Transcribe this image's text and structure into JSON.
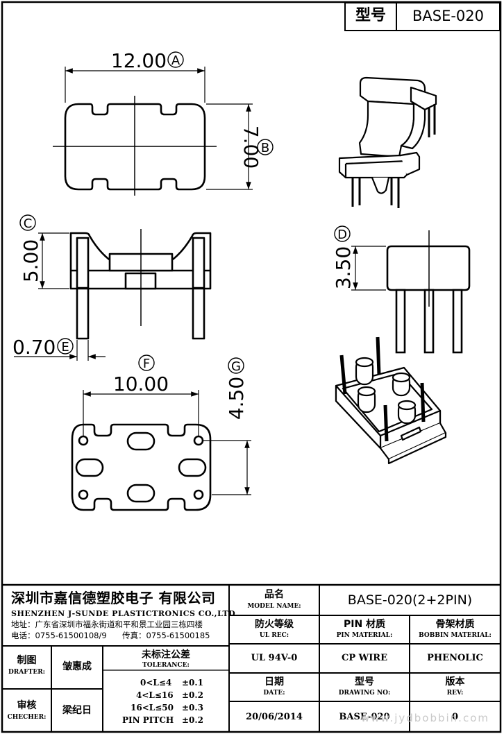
{
  "header": {
    "type_label": "型号",
    "type_value": "BASE-020"
  },
  "dimensions": {
    "A": {
      "value": "12.00",
      "marker": "A"
    },
    "B": {
      "value": "7.00",
      "marker": "B"
    },
    "C": {
      "value": "5.00",
      "marker": "C"
    },
    "D": {
      "value": "3.50",
      "marker": "D"
    },
    "E": {
      "value": "0.70",
      "marker": "E"
    },
    "F": {
      "value": "10.00",
      "marker": "F"
    },
    "G": {
      "value": "4.50",
      "marker": "G"
    }
  },
  "company": {
    "name_cn": "深圳市嘉信德塑胶电子 有限公司",
    "name_en": "SHENZHEN J-SUNDE PLASTICTRONICS CO.,LTD",
    "address": "地址：广东省深圳市福永街道和平和景工业园三栋四楼",
    "phone": "电话：0755-61500108/9",
    "fax": "传真：0755-61500185"
  },
  "titleblock": {
    "model_name_cn": "品名",
    "model_name_en": "MODEL NAME:",
    "model_name_value": "BASE-020(2+2PIN)",
    "ul_rec_cn": "防火等级",
    "ul_rec_en": "UL REC:",
    "ul_rec_value": "UL 94V-0",
    "pin_material_cn": "PIN 材质",
    "pin_material_en": "PIN MATERIAL:",
    "pin_material_value": "CP WIRE",
    "bobbin_material_cn": "骨架材质",
    "bobbin_material_en": "BOBBIN MATERIAL:",
    "bobbin_material_value": "PHENOLIC",
    "drafter_cn": "制图",
    "drafter_en": "DRAFTER:",
    "drafter_name": "皱惠成",
    "checker_cn": "审核",
    "checker_en": "CHECHER:",
    "checker_name": "梁纪日",
    "tolerance_cn": "未标注公差",
    "tolerance_en": "TOLERANCE:",
    "tolerances": [
      {
        "range": "0<L≤4",
        "value": "±0.1"
      },
      {
        "range": "4<L≤16",
        "value": "±0.2"
      },
      {
        "range": "16<L≤50",
        "value": "±0.3"
      },
      {
        "range": "PIN PITCH",
        "value": "±0.2"
      }
    ],
    "date_cn": "日期",
    "date_en": "DATE:",
    "date_value": "20/06/2014",
    "drawing_no_cn": "型号",
    "drawing_no_en": "DRAWING NO:",
    "drawing_no_value": "BASE-020",
    "rev_cn": "版本",
    "rev_en": "REV:",
    "rev_value": "0"
  },
  "watermark": "www.jydbobbin.com"
}
